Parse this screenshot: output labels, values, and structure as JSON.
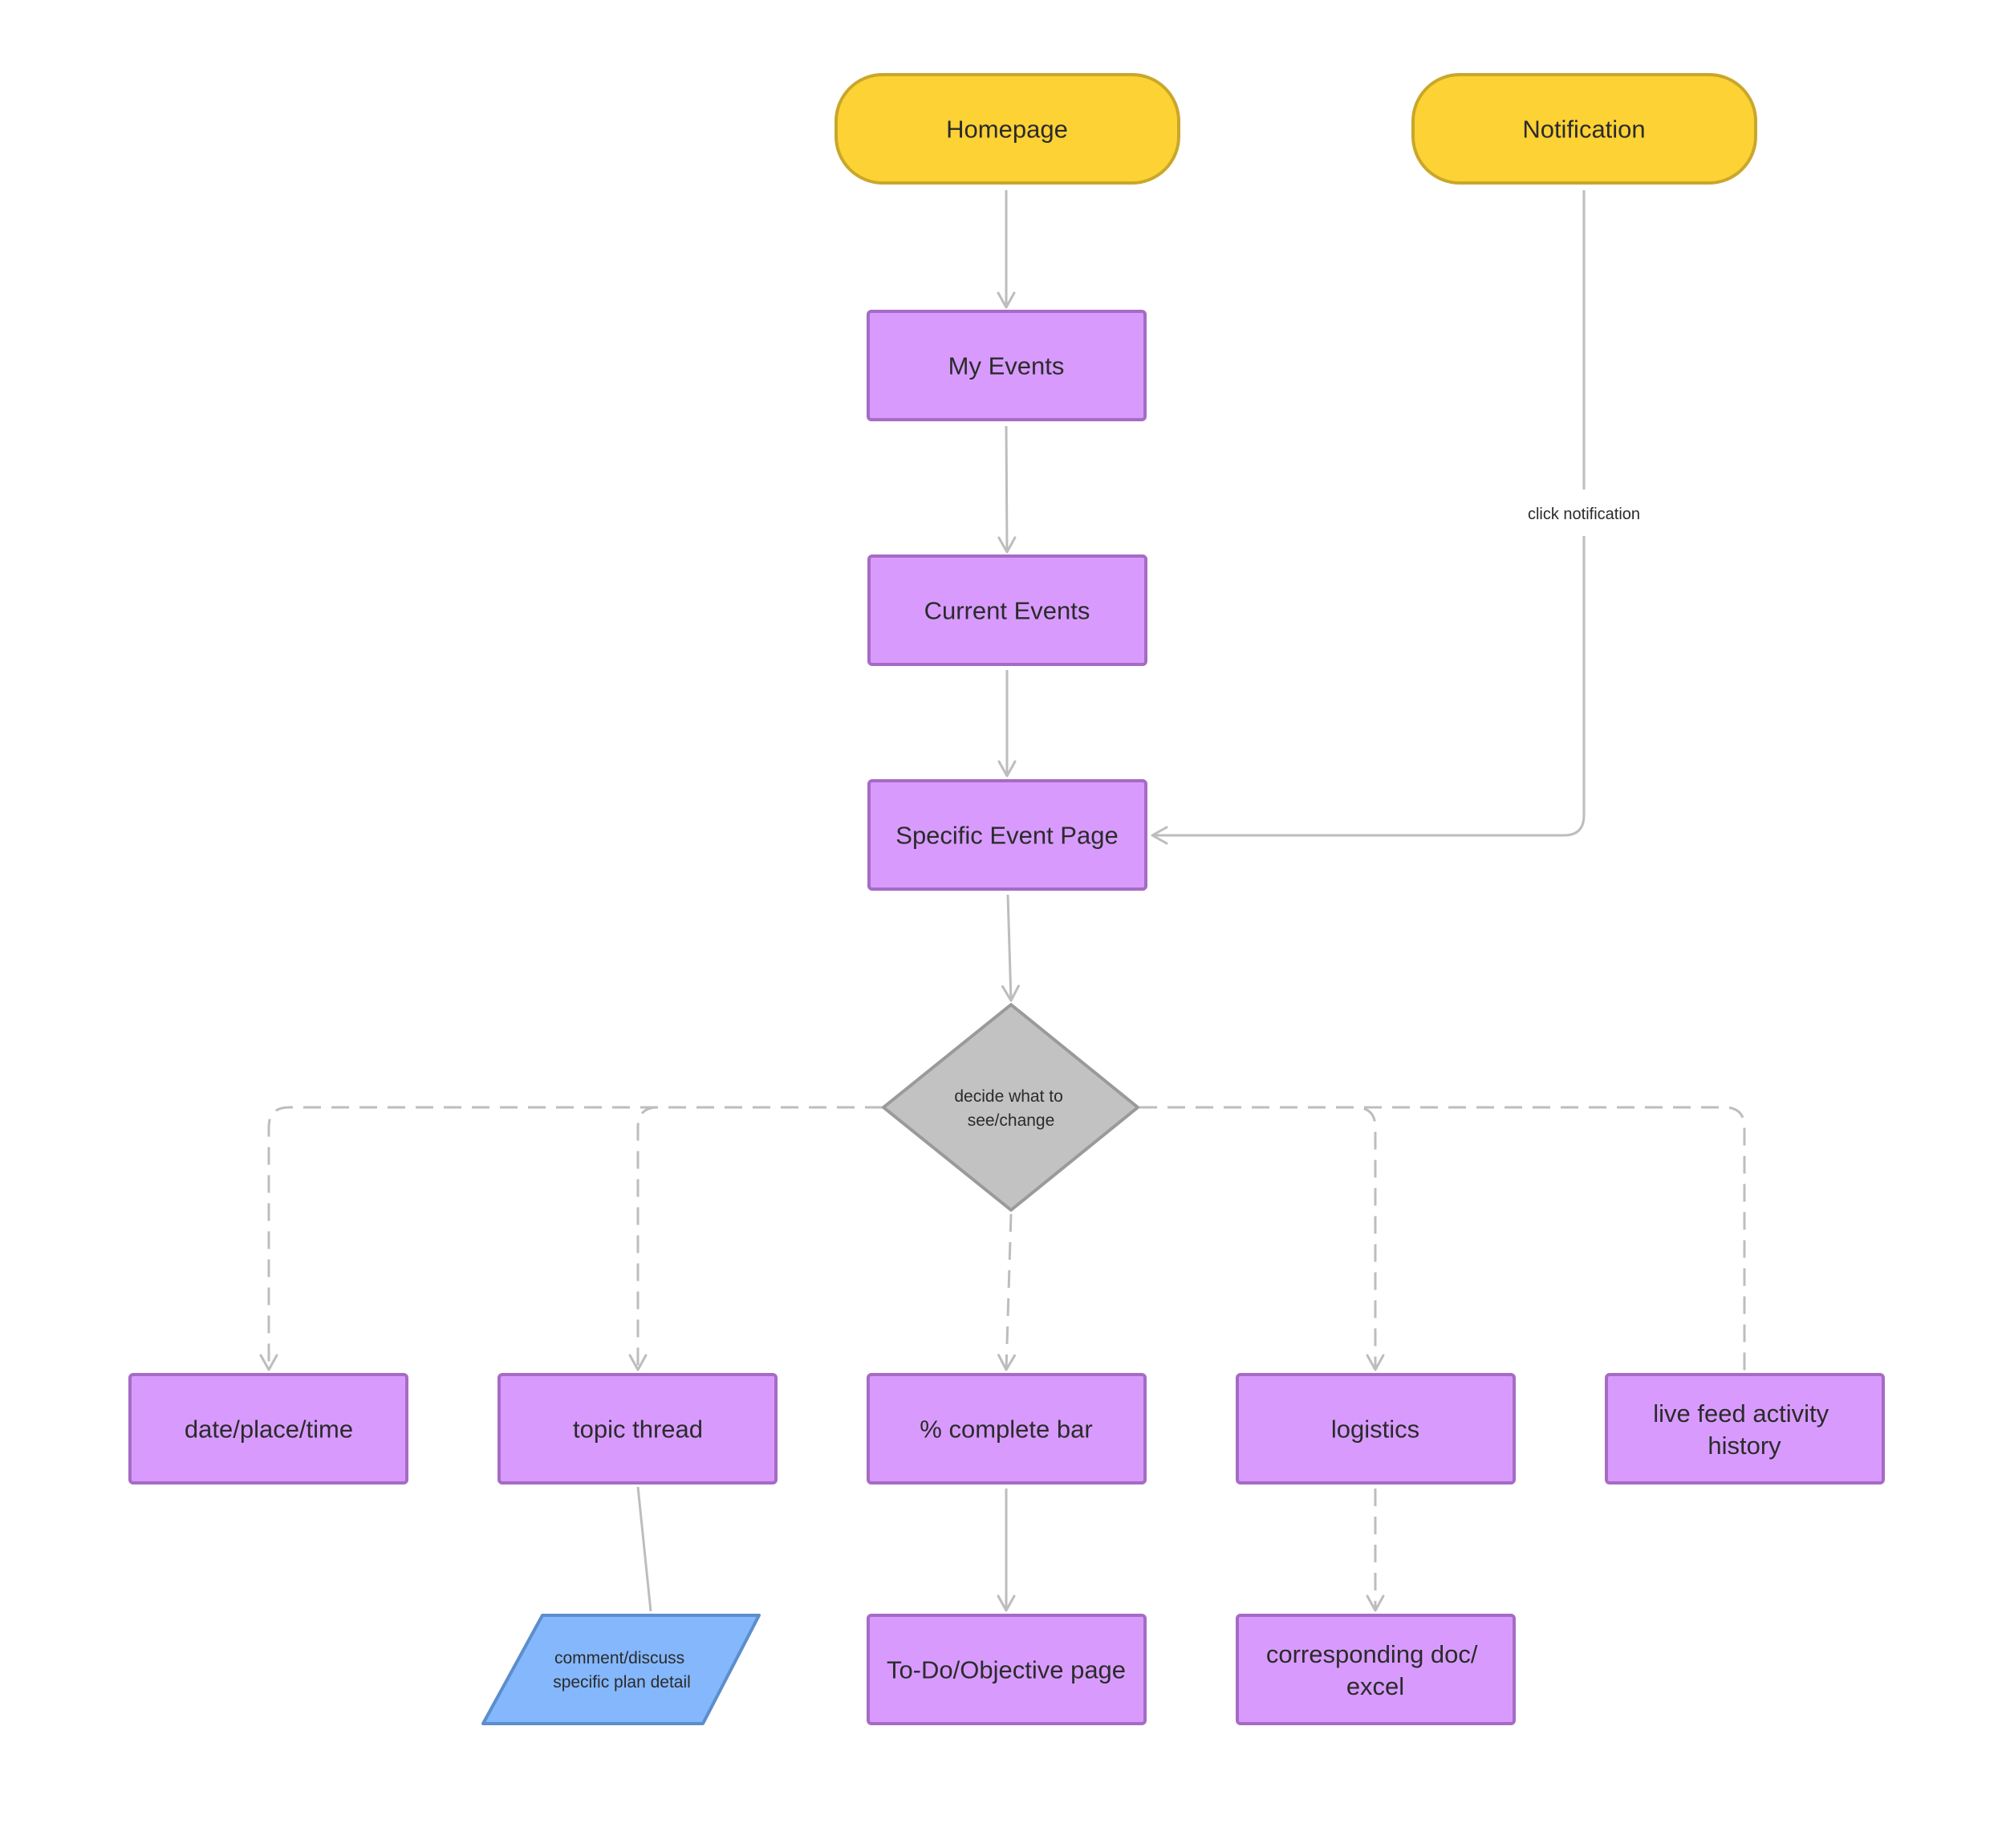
{
  "colors": {
    "terminal_fill": "#FDD235",
    "terminal_stroke": "#C9A72A",
    "process_fill": "#D89BFD",
    "process_stroke": "#A66BC4",
    "decision_fill": "#C2C2C2",
    "decision_stroke": "#9A9A9A",
    "io_fill": "#84B7FB",
    "io_stroke": "#5C8ECC",
    "connector": "#BDBDBD",
    "text": "#2B2B2B"
  },
  "nodes": {
    "homepage": "Homepage",
    "notification": "Notification",
    "my_events": "My Events",
    "current_events": "Current Events",
    "specific_event_page": "Specific Event Page",
    "decision": [
      "decide what to",
      "see/change"
    ],
    "date_place_time": "date/place/time",
    "topic_thread": "topic thread",
    "complete_bar": "% complete bar",
    "logistics": "logistics",
    "live_feed": [
      "live feed activity",
      "history"
    ],
    "comment_discuss": [
      "comment/discuss",
      "specific plan detail"
    ],
    "todo_page": "To-Do/Objective page",
    "corresponding_doc": [
      "corresponding doc/",
      "excel"
    ]
  },
  "edge_labels": {
    "click_notification": "click notification"
  }
}
